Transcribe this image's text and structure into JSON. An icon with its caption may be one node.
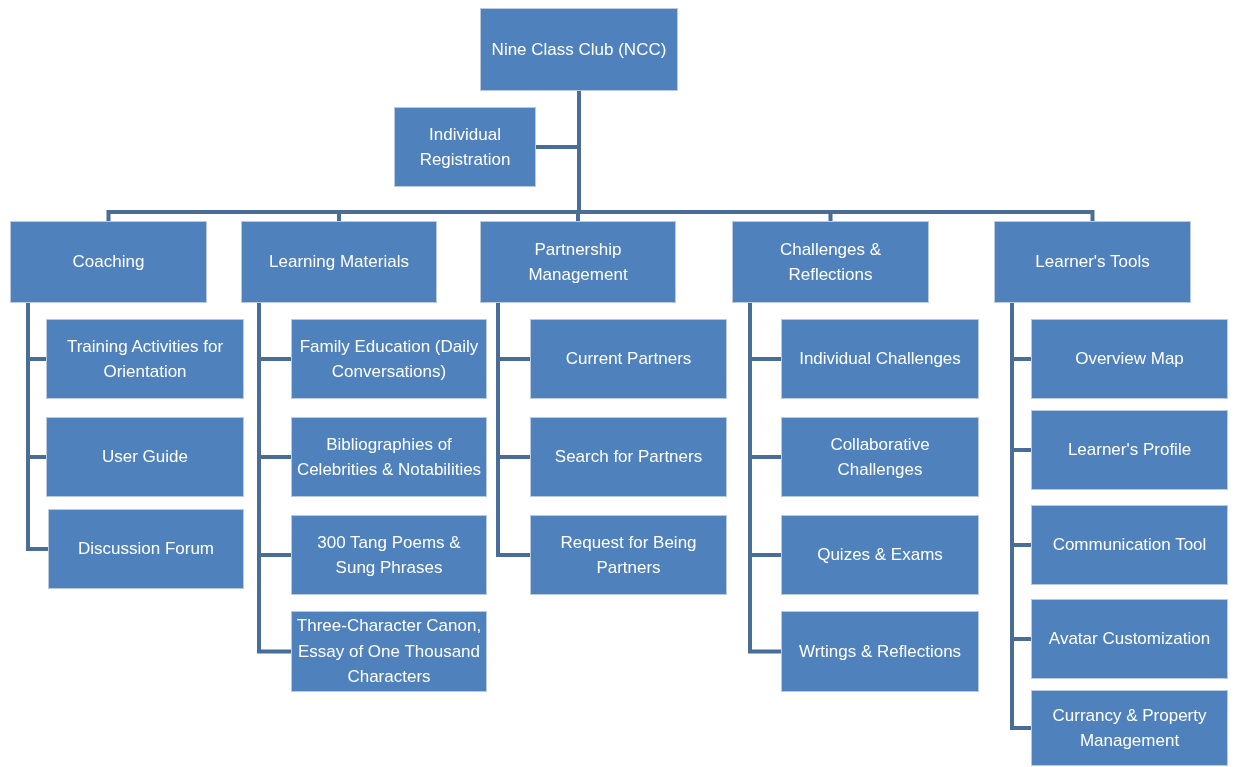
{
  "diagram": {
    "nodes": [
      {
        "text": [
          "Nine Class Club (NCC)"
        ]
      },
      {
        "text": [
          "Individual Registration"
        ]
      },
      {
        "text": [
          "Coaching"
        ]
      },
      {
        "text": [
          "Training Activities for Orientation"
        ]
      },
      {
        "text": [
          "User Guide"
        ]
      },
      {
        "text": [
          "Discussion Forum"
        ]
      },
      {
        "text": [
          "Learning Materials"
        ]
      },
      {
        "text": [
          "Family Education (Daily Conversations)"
        ]
      },
      {
        "text": [
          "Bibliographies of Celebrities & Notabilities"
        ]
      },
      {
        "text": [
          "300 Tang Poems & Sung Phrases"
        ]
      },
      {
        "text": [
          "Three-Character Canon, Essay of One Thousand Characters"
        ]
      },
      {
        "text": [
          "Partnership Management"
        ]
      },
      {
        "text": [
          "Current Partners"
        ]
      },
      {
        "text": [
          "Search for Partners"
        ]
      },
      {
        "text": [
          "Request for Being Partners"
        ]
      },
      {
        "text": [
          "Challenges & Reflections"
        ]
      },
      {
        "text": [
          "Individual Challenges"
        ]
      },
      {
        "text": [
          "Collaborative Challenges"
        ]
      },
      {
        "text": [
          "Quizes & Exams"
        ]
      },
      {
        "text": [
          "Wrtings & Reflections"
        ]
      },
      {
        "text": [
          "Learner's Tools"
        ]
      },
      {
        "text": [
          "Overview Map"
        ]
      },
      {
        "text": [
          "Learner's Profile"
        ]
      },
      {
        "text": [
          "Communication Tool"
        ]
      },
      {
        "text": [
          "Avatar Customization"
        ]
      },
      {
        "text": [
          "Currancy & Property Management"
        ]
      }
    ],
    "edges": [
      {
        "from": 0,
        "to": 1,
        "arrow": "none"
      },
      {
        "from": 0,
        "to": 2,
        "arrow": "none"
      },
      {
        "from": 0,
        "to": 6,
        "arrow": "none"
      },
      {
        "from": 0,
        "to": 11,
        "arrow": "none"
      },
      {
        "from": 0,
        "to": 15,
        "arrow": "none"
      },
      {
        "from": 0,
        "to": 20,
        "arrow": "none"
      },
      {
        "from": 2,
        "to": 3,
        "arrow": "none"
      },
      {
        "from": 2,
        "to": 4,
        "arrow": "none"
      },
      {
        "from": 2,
        "to": 5,
        "arrow": "none"
      },
      {
        "from": 6,
        "to": 7,
        "arrow": "none"
      },
      {
        "from": 6,
        "to": 8,
        "arrow": "none"
      },
      {
        "from": 6,
        "to": 9,
        "arrow": "none"
      },
      {
        "from": 6,
        "to": 10,
        "arrow": "none"
      },
      {
        "from": 11,
        "to": 12,
        "arrow": "none"
      },
      {
        "from": 11,
        "to": 13,
        "arrow": "none"
      },
      {
        "from": 11,
        "to": 14,
        "arrow": "none"
      },
      {
        "from": 15,
        "to": 16,
        "arrow": "none"
      },
      {
        "from": 15,
        "to": 17,
        "arrow": "none"
      },
      {
        "from": 15,
        "to": 18,
        "arrow": "none"
      },
      {
        "from": 15,
        "to": 19,
        "arrow": "none"
      },
      {
        "from": 20,
        "to": 21,
        "arrow": "none"
      },
      {
        "from": 20,
        "to": 22,
        "arrow": "none"
      },
      {
        "from": 20,
        "to": 23,
        "arrow": "none"
      },
      {
        "from": 20,
        "to": 24,
        "arrow": "none"
      },
      {
        "from": 20,
        "to": 25,
        "arrow": "none"
      }
    ]
  }
}
